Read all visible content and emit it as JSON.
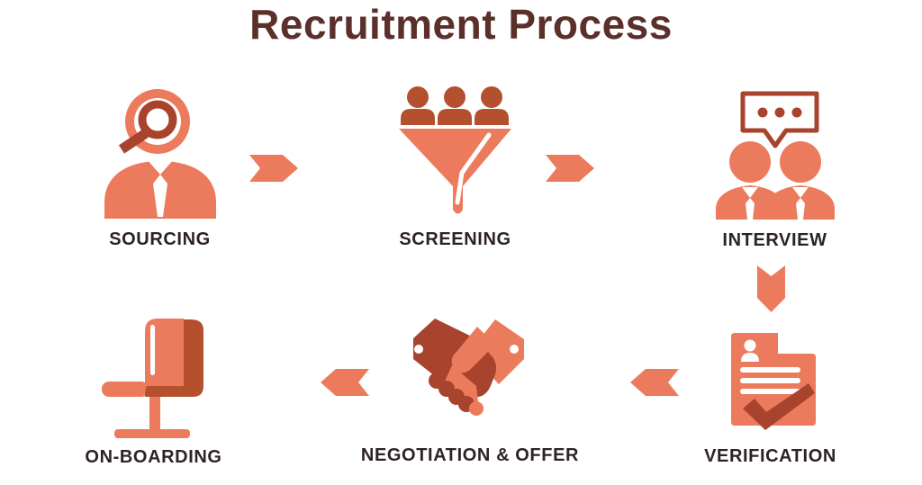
{
  "title": "Recruitment Process",
  "colors": {
    "salmon": "#EC7B5D",
    "dark": "#A8432E",
    "medium": "#B5502F",
    "title": "#5B2F2A",
    "label": "#2D2326",
    "background": "#FFFFFF"
  },
  "steps": [
    {
      "id": "sourcing",
      "label": "SOURCING",
      "icon": "person-magnifier-icon"
    },
    {
      "id": "screening",
      "label": "SCREENING",
      "icon": "funnel-candidates-icon"
    },
    {
      "id": "interview",
      "label": "INTERVIEW",
      "icon": "two-people-speech-bubble-icon"
    },
    {
      "id": "verification",
      "label": "VERIFICATION",
      "icon": "document-checkmark-icon"
    },
    {
      "id": "negotiation",
      "label": "NEGOTIATION & OFFER",
      "icon": "handshake-icon"
    },
    {
      "id": "onboarding",
      "label": "ON-BOARDING",
      "icon": "office-chair-icon"
    }
  ],
  "arrows": [
    {
      "from": "SOURCING",
      "to": "SCREENING",
      "direction": "right"
    },
    {
      "from": "SCREENING",
      "to": "INTERVIEW",
      "direction": "right"
    },
    {
      "from": "INTERVIEW",
      "to": "VERIFICATION",
      "direction": "down"
    },
    {
      "from": "VERIFICATION",
      "to": "NEGOTIATION & OFFER",
      "direction": "left"
    },
    {
      "from": "NEGOTIATION & OFFER",
      "to": "ON-BOARDING",
      "direction": "left"
    }
  ]
}
